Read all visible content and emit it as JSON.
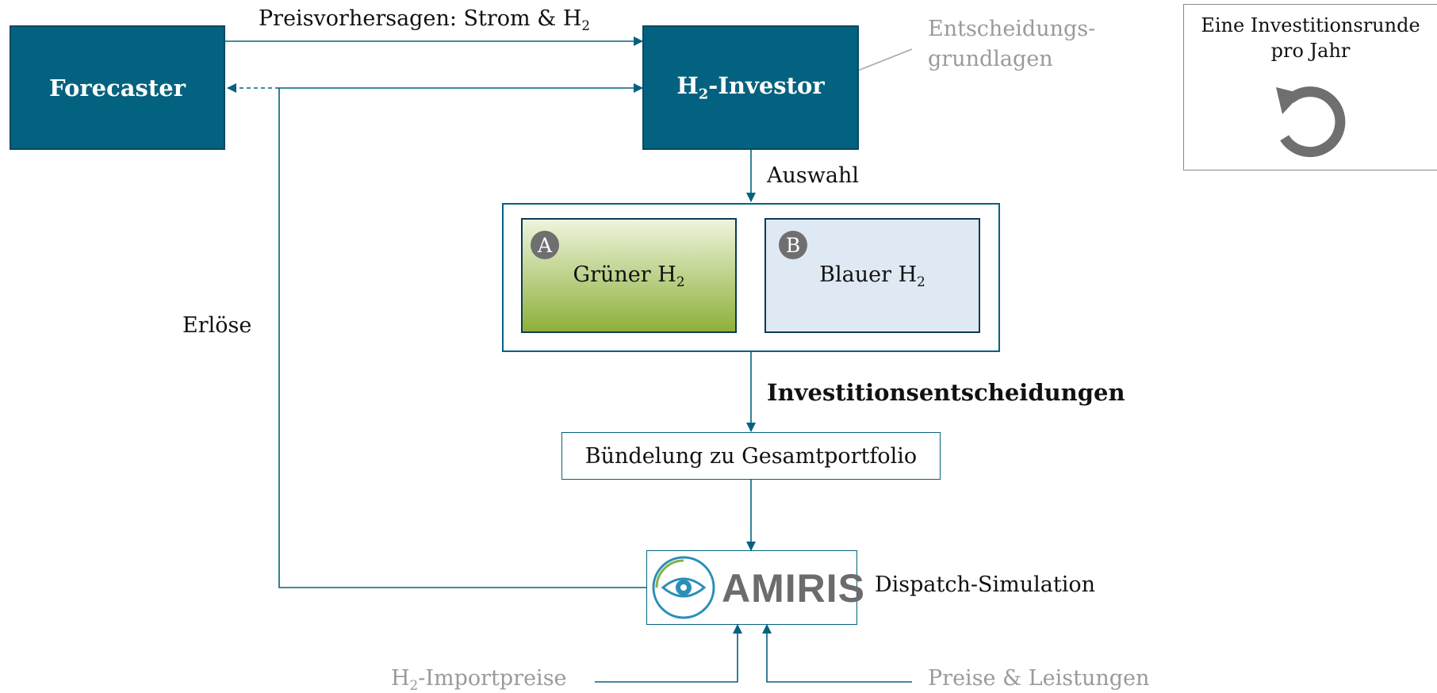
{
  "forecaster": {
    "label": "Forecaster"
  },
  "investor": {
    "prefix": "H",
    "sub": "2",
    "suffix": "-Investor"
  },
  "forecast_flow": {
    "prefix": "Preisvorhersagen: Strom & H",
    "sub": "2"
  },
  "decision_basis": {
    "line1": "Entscheidungs-",
    "line2": "grundlagen"
  },
  "cycle_note": {
    "line1": "Eine Investitionsrunde",
    "line2": "pro Jahr",
    "icon": "cycle-arrow-icon"
  },
  "selection_label": "Auswahl",
  "option_a": {
    "badge": "A",
    "prefix": "Grüner H",
    "sub": "2"
  },
  "option_b": {
    "badge": "B",
    "prefix": "Blauer H",
    "sub": "2"
  },
  "revenue_label": "Erlöse",
  "decisions_label": "Investitionsentscheidungen",
  "bundling_label": "Bündelung zu Gesamtportfolio",
  "amiris": {
    "logo_text": "AMIRIS",
    "icon": "eye-icon"
  },
  "dispatch_label": "Dispatch-Simulation",
  "import_prices": {
    "prefix": "H",
    "sub": "2",
    "suffix": "-Importpreise"
  },
  "prices_label": "Preise & Leistungen",
  "colors": {
    "navy": "#03627f",
    "green_top": "#eef4dc",
    "green_bottom": "#8db03a",
    "blue_light": "#dfe9f3",
    "gray_text": "#9a9a9a"
  }
}
